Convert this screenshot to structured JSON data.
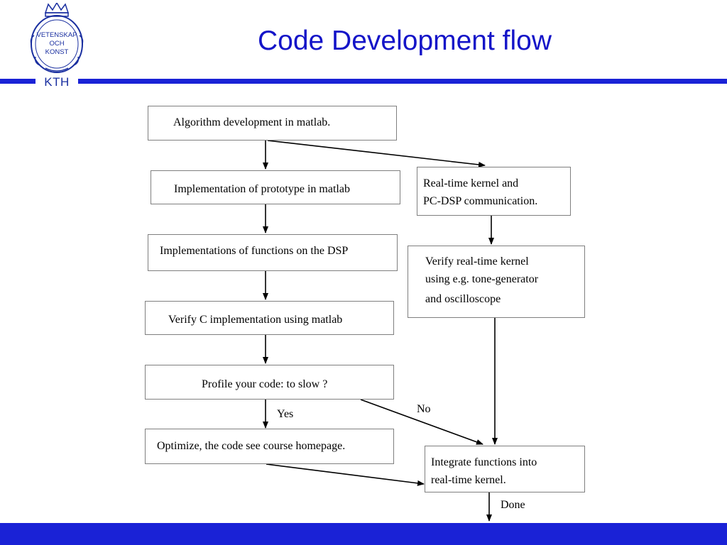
{
  "slide": {
    "title": "Code Development flow",
    "logo": {
      "name": "VETENSKAP OCH KONST",
      "line1": "VETENSKAP",
      "line2": "OCH",
      "line3": "KONST",
      "label": "KTH"
    }
  },
  "colors": {
    "title": "#1414c8",
    "rule": "#1a22d6",
    "logo": "#1a2fa0"
  },
  "flow": {
    "left": [
      "Algorithm development in matlab.",
      "Implementation of prototype in matlab",
      "Implementations of functions on the DSP",
      "Verify C implementation using matlab",
      "Profile your code: to slow ?",
      "Optimize, the code see course homepage."
    ],
    "right": {
      "kernel": [
        "Real-time kernel and",
        "PC-DSP communication."
      ],
      "verify": [
        "Verify real-time kernel",
        "using e.g. tone-generator",
        "and oscilloscope"
      ],
      "integrate": [
        "Integrate functions into",
        "real-time kernel."
      ]
    },
    "labels": {
      "yes": "Yes",
      "no": "No",
      "done": "Done"
    }
  }
}
